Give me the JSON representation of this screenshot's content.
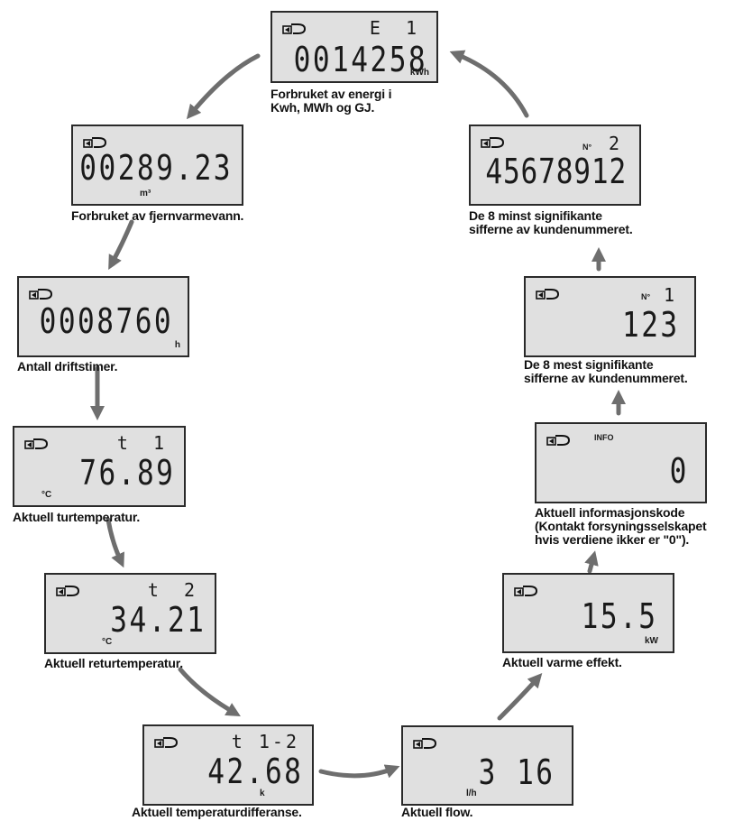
{
  "screens": [
    {
      "id": "energy",
      "indicator": "E 1",
      "display": "0014258",
      "unit": "kWh",
      "caption": [
        "Forbruket av energi i",
        "Kwh, MWh og GJ."
      ]
    },
    {
      "id": "volume",
      "display": "00289.23",
      "unit": "m³",
      "caption": [
        "Forbruket av fjernvarmevann."
      ]
    },
    {
      "id": "hours",
      "display": "0008760",
      "unit": "h",
      "caption": [
        "Antall driftstimer."
      ]
    },
    {
      "id": "flow-temp",
      "indicator": "t 1",
      "display": "76.89",
      "unit": "°C",
      "caption": [
        "Aktuell turtemperatur."
      ]
    },
    {
      "id": "return-temp",
      "indicator": "t 2",
      "display": "34.21",
      "unit": "°C",
      "caption": [
        "Aktuell returtemperatur."
      ]
    },
    {
      "id": "temp-diff",
      "indicator": "t 1-2",
      "display": "42.68",
      "unit": "k",
      "caption": [
        "Aktuell temperaturdifferanse."
      ]
    },
    {
      "id": "flow",
      "display": "3 16",
      "unit": "l/h",
      "caption": [
        "Aktuell flow."
      ]
    },
    {
      "id": "power",
      "display": "15.5",
      "unit": "kW",
      "caption": [
        "Aktuell varme effekt."
      ]
    },
    {
      "id": "info",
      "label": "INFO",
      "display": "0",
      "caption": [
        "Aktuell informasjonskode",
        "(Kontakt forsyningsselskapet",
        "hvis verdiene ikker er \"0\")."
      ]
    },
    {
      "id": "customer-high",
      "label": "N°",
      "indicator": "1",
      "display": "123",
      "caption": [
        "De 8 mest signifikante",
        "sifferne av kundenummeret."
      ]
    },
    {
      "id": "customer-low",
      "label": "N°",
      "indicator": "2",
      "display": "45678912",
      "caption": [
        "De 8 minst signifikante",
        "sifferne av kundenummeret."
      ]
    }
  ],
  "colors": {
    "lcd_background": "#e0e0e0",
    "lcd_border": "#2a2a2a",
    "arrow": "#6e6e6e",
    "text": "#111111"
  },
  "icons": {
    "display_symbol": "tap-icon",
    "connector": "cycle-arrow-icon"
  }
}
